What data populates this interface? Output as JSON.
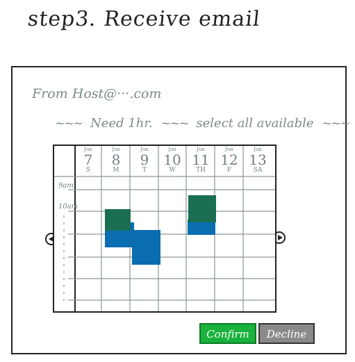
{
  "title": "step3. Receive email",
  "email": {
    "from_label": "From Host@···.com",
    "need_text": "Need 1hr.",
    "select_text": "select all available",
    "squiggle": "~~~"
  },
  "calendar": {
    "days": [
      {
        "month": "Jun",
        "day": "7",
        "weekday": "S"
      },
      {
        "month": "Jun",
        "day": "8",
        "weekday": "M"
      },
      {
        "month": "Jun",
        "day": "9",
        "weekday": "T"
      },
      {
        "month": "Jun",
        "day": "10",
        "weekday": "W"
      },
      {
        "month": "Jun",
        "day": "11",
        "weekday": "TH"
      },
      {
        "month": "Jun",
        "day": "12",
        "weekday": "F"
      },
      {
        "month": "Jun",
        "day": "13",
        "weekday": "SA"
      }
    ],
    "times": [
      "9am",
      "10am"
    ],
    "colors": {
      "available": "#0a6db0",
      "selected": "#1a6e52",
      "grid": "#8a9899"
    }
  },
  "actions": {
    "confirm_label": "Confirm",
    "decline_label": "Decline"
  }
}
